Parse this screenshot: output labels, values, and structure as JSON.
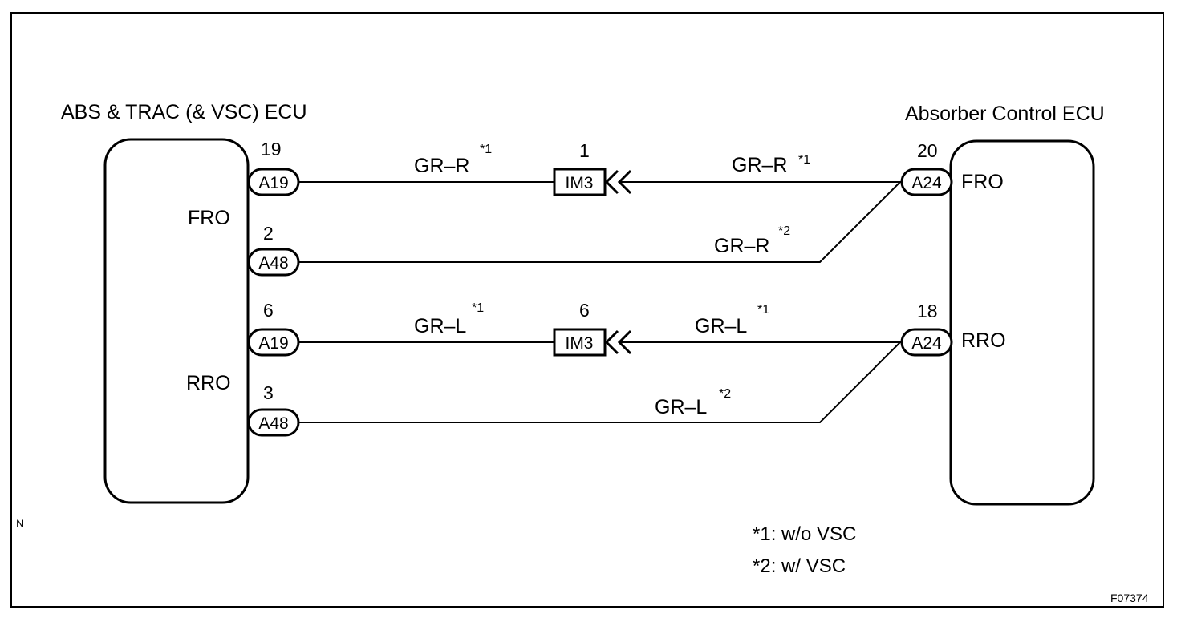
{
  "left_ecu": {
    "title": "ABS & TRAC (& VSC) ECU",
    "terminals": [
      "FRO",
      "RRO"
    ]
  },
  "right_ecu": {
    "title": "Absorber Control ECU",
    "terminals": [
      "FRO",
      "RRO"
    ]
  },
  "wires": [
    {
      "left_pin": "19",
      "left_conn": "A19",
      "color": "GR–R",
      "note": "*1",
      "junction_pin": "1",
      "junction": "IM3",
      "right_color": "GR–R",
      "right_note": "*1",
      "right_pin": "20",
      "right_conn": "A24"
    },
    {
      "left_pin": "2",
      "left_conn": "A48",
      "color": "GR–R",
      "note": "*2"
    },
    {
      "left_pin": "6",
      "left_conn": "A19",
      "color": "GR–L",
      "note": "*1",
      "junction_pin": "6",
      "junction": "IM3",
      "right_color": "GR–L",
      "right_note": "*1",
      "right_pin": "18",
      "right_conn": "A24"
    },
    {
      "left_pin": "3",
      "left_conn": "A48",
      "color": "GR–L",
      "note": "*2"
    }
  ],
  "legend": [
    "*1: w/o VSC",
    "*2: w/ VSC"
  ],
  "corner_mark": "N",
  "figure_id": "F07374"
}
